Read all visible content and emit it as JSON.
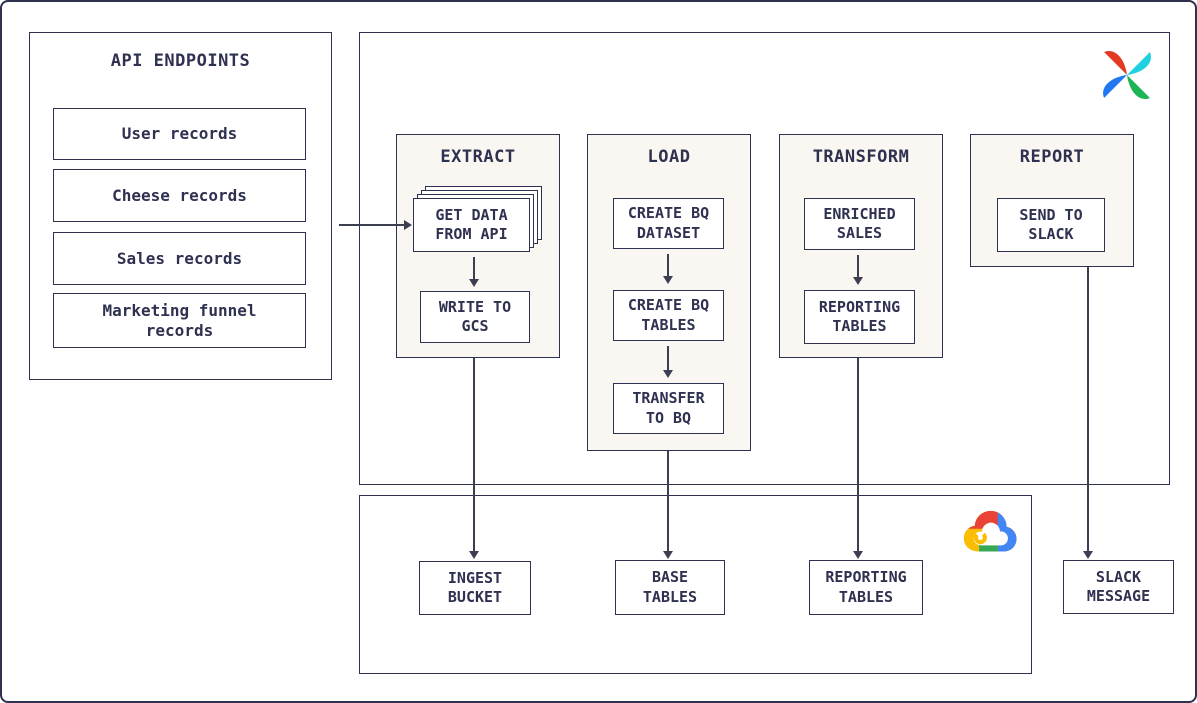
{
  "colors": {
    "ink": "#2f3150",
    "arrow": "#3c3e52",
    "column_bg": "#faf6f1",
    "airflow_red": "#e43921",
    "airflow_teal": "#1fd0de",
    "airflow_green": "#1cb454",
    "airflow_blue": "#2178f0",
    "gcp_red": "#ea4335",
    "gcp_blue": "#4285f4",
    "gcp_green": "#34a853",
    "gcp_yellow": "#fbbc04"
  },
  "api_panel": {
    "title": "API ENDPOINTS",
    "items": [
      "User records",
      "Cheese records",
      "Sales records",
      "Marketing funnel records"
    ]
  },
  "airflow_box": {
    "logo": "apache-airflow-pinwheel",
    "columns": {
      "extract": {
        "title": "EXTRACT",
        "steps": [
          "GET DATA FROM API",
          "WRITE TO GCS"
        ]
      },
      "load": {
        "title": "LOAD",
        "steps": [
          "CREATE BQ DATASET",
          "CREATE BQ TABLES",
          "TRANSFER TO BQ"
        ]
      },
      "transform": {
        "title": "TRANSFORM",
        "steps": [
          "ENRICHED SALES",
          "REPORTING TABLES"
        ]
      },
      "report": {
        "title": "REPORT",
        "steps": [
          "SEND TO SLACK"
        ]
      }
    }
  },
  "cloud_box": {
    "logo": "google-cloud",
    "items": [
      "INGEST BUCKET",
      "BASE TABLES",
      "REPORTING TABLES"
    ]
  },
  "slack": {
    "label": "SLACK MESSAGE"
  }
}
